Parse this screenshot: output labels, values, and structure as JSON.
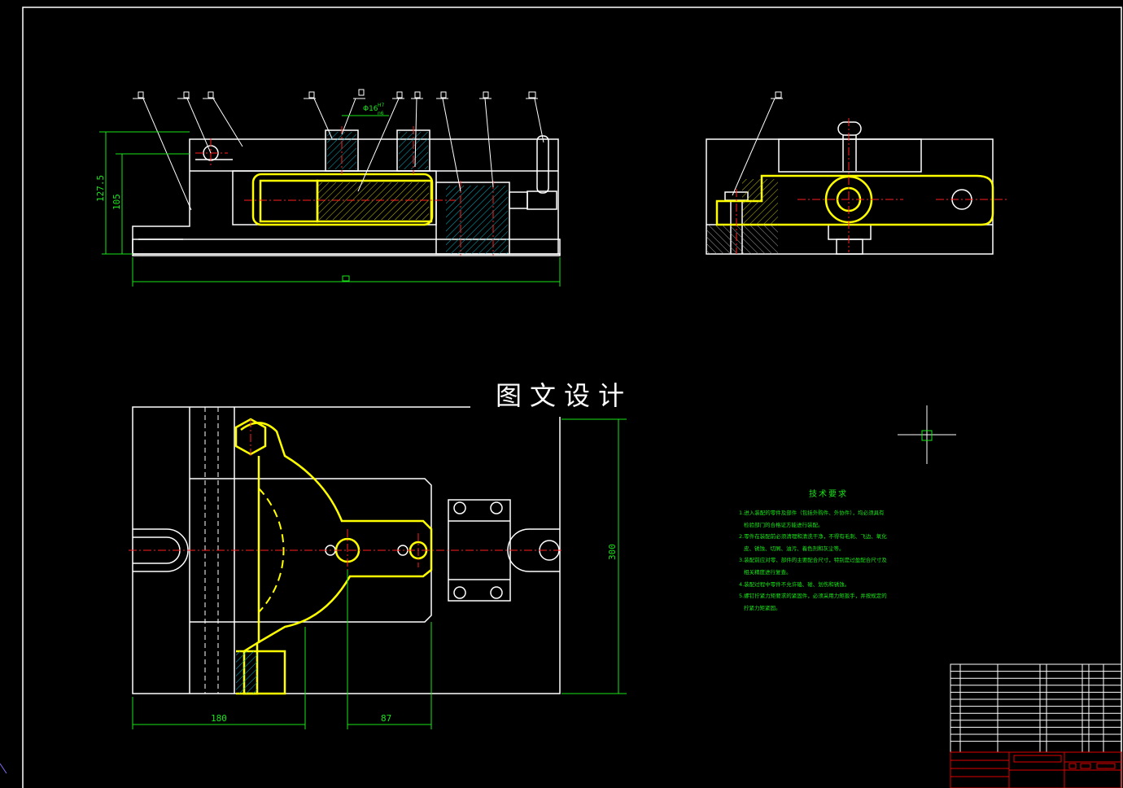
{
  "title_overlay": "图文设计",
  "dimensions": {
    "height_total": "127.5",
    "height_inner": "105",
    "fit": "Φ16",
    "fit_upper": "H7",
    "fit_lower": "n6",
    "width_300": "300",
    "width_180": "180",
    "width_87": "87"
  },
  "tech_requirements": {
    "title": "技术要求",
    "lines": [
      "1.进入装配的零件及部件（包括外购件、外协件），均必须具有",
      "检验部门的合格证方能进行装配。",
      "2.零件在装配前必须清理和清洗干净，不得有毛刺、飞边、氧化",
      "皮、锈蚀、切屑、油污、着色剂和灰尘等。",
      "3.装配前应对零、部件的主要配合尺寸，特别是过盈配合尺寸及",
      "相关精度进行复查。",
      "4.装配过程中零件不允许磕、碰、划伤和锈蚀。",
      "5.螺钉拧紧力矩要求的紧固件，必须采用力矩扳手，并按规定的",
      "拧紧力矩紧固。"
    ]
  },
  "colors": {
    "line": "#ffffff",
    "part": "#ffff00",
    "dimension": "#19e619",
    "center": "#ff2020",
    "hatch": "#00c8d2",
    "title_block": "#e00000"
  }
}
